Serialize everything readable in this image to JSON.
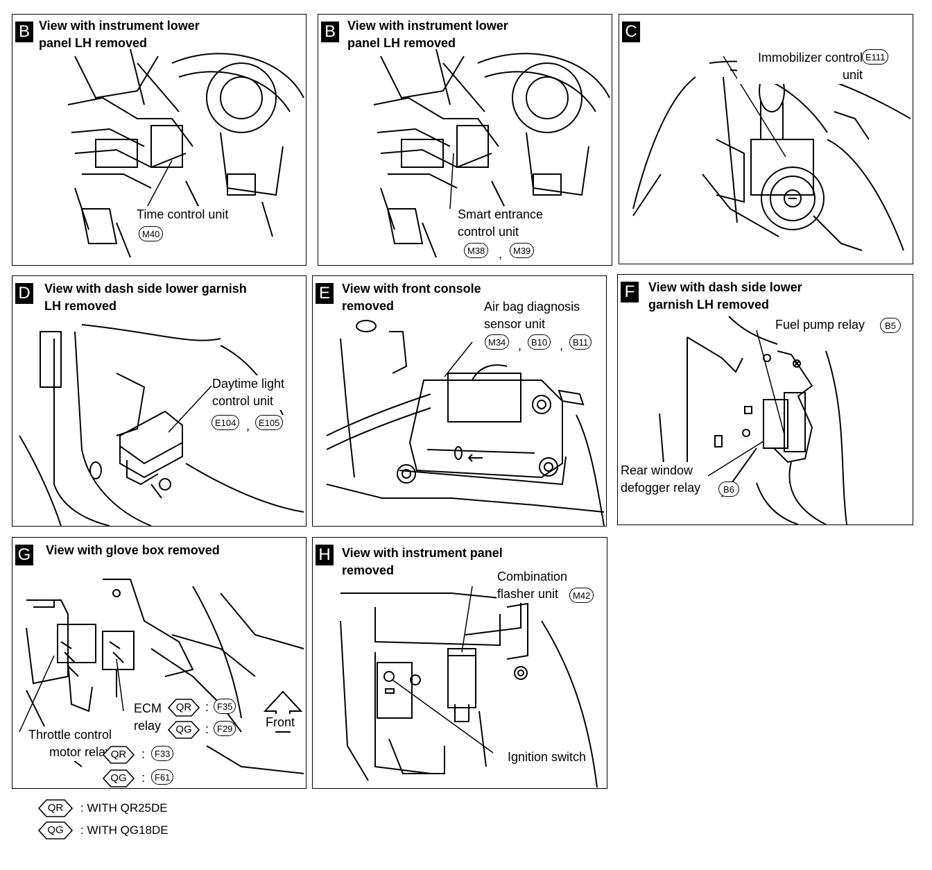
{
  "panels": {
    "b1": {
      "letter": "B",
      "title": "View with instrument lower\npanel LH removed",
      "label": "Time control unit",
      "connectors": [
        "M40"
      ]
    },
    "b2": {
      "letter": "B",
      "title": "View with instrument lower\npanel LH removed",
      "label": "Smart entrance\ncontrol unit",
      "connectors": [
        "M38",
        "M39"
      ]
    },
    "c": {
      "letter": "C",
      "label": "Immobilizer control\nunit",
      "connectors": [
        "E111"
      ]
    },
    "d": {
      "letter": "D",
      "title": "View with dash side lower garnish\nLH removed",
      "label": "Daytime light\ncontrol unit",
      "connectors": [
        "E104",
        "E105"
      ]
    },
    "e": {
      "letter": "E",
      "title": "View with front console\nremoved",
      "label": "Air bag diagnosis\nsensor unit",
      "connectors": [
        "M34",
        "B10",
        "B11"
      ]
    },
    "f": {
      "letter": "F",
      "title": "View with dash side lower\ngarnish LH removed",
      "label_fuel": "Fuel pump relay",
      "conn_fuel": "B5",
      "label_rear": "Rear window\ndefogger relay",
      "conn_rear": "B6"
    },
    "g": {
      "letter": "G",
      "title": "View with glove box removed",
      "ecm_label": "ECM\nrelay",
      "ecm_qr": "F35",
      "ecm_qg": "F29",
      "throttle_label": "Throttle control\nmotor relay",
      "thr_qr": "F33",
      "thr_qg": "F61",
      "front_label": "Front",
      "colon": ":"
    },
    "h": {
      "letter": "H",
      "title": "View with instrument panel\nremoved",
      "label_flasher": "Combination\nflasher unit",
      "conn_flasher": "M42",
      "label_ign": "Ignition switch"
    }
  },
  "engine_codes": {
    "qr": "QR",
    "qg": "QG"
  },
  "legend": [
    {
      "code": "QR",
      "text": ": WITH QR25DE"
    },
    {
      "code": "QG",
      "text": ": WITH QG18DE"
    }
  ],
  "comma": ","
}
